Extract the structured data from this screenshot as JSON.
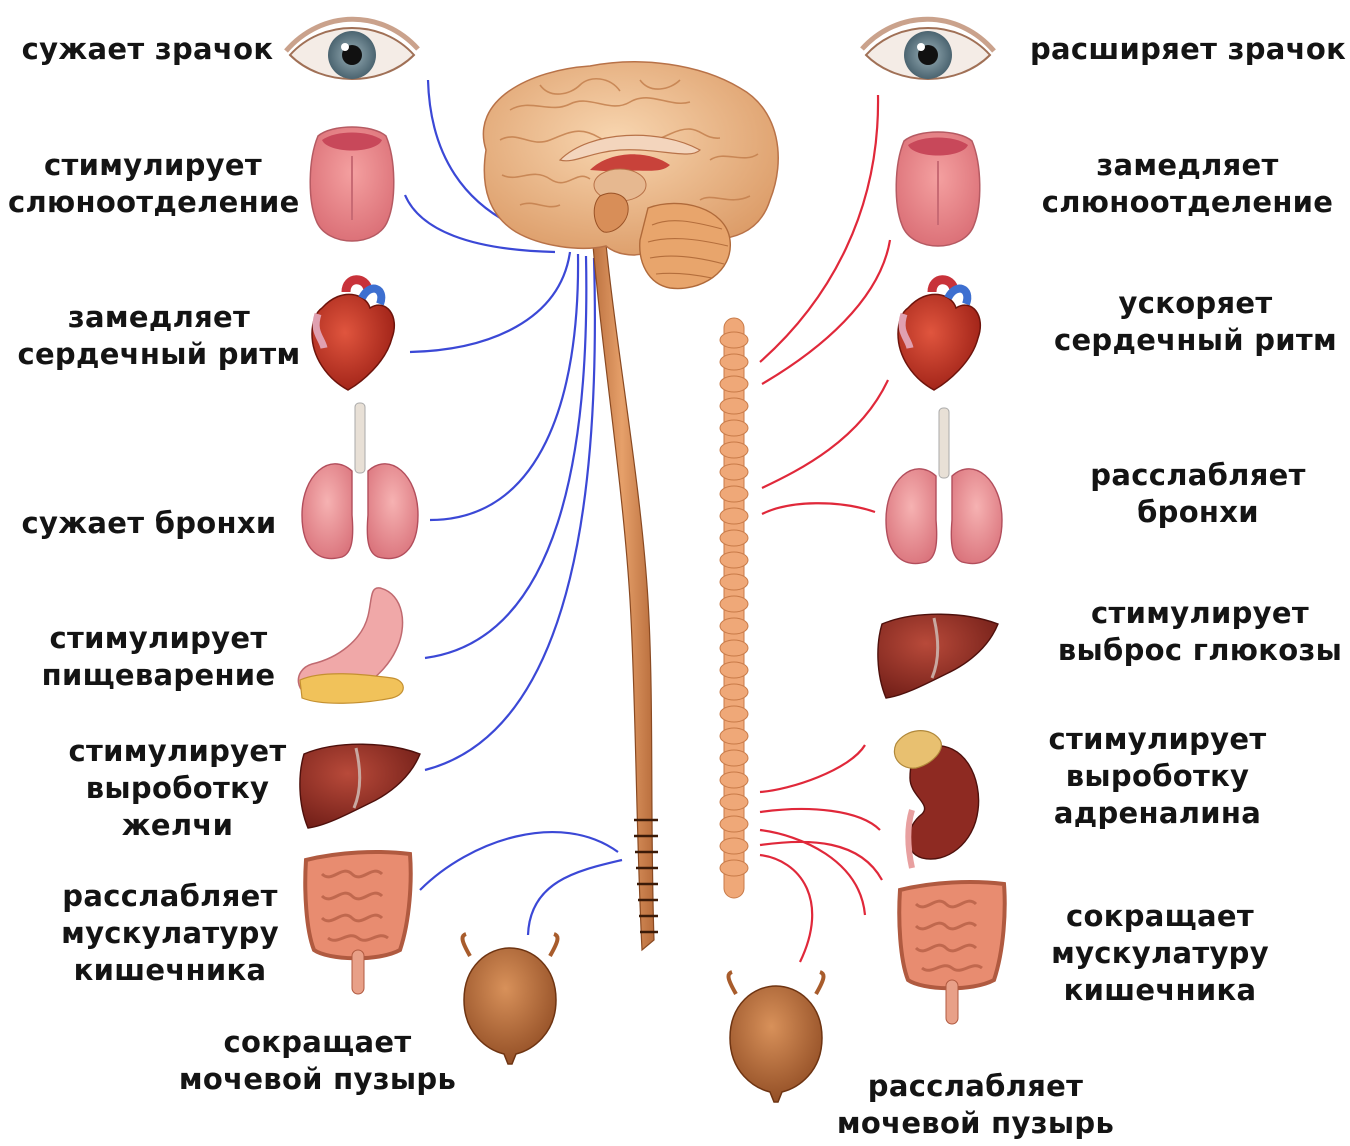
{
  "parasympathetic": [
    {
      "id": "pupil",
      "organ": "eye",
      "lines": [
        "сужает  зрачок"
      ]
    },
    {
      "id": "saliva",
      "organ": "tongue",
      "lines": [
        "стимулирует",
        "слюноотделение"
      ]
    },
    {
      "id": "heart",
      "organ": "heart",
      "lines": [
        "замедляет",
        "сердечный ритм"
      ]
    },
    {
      "id": "bronchi",
      "organ": "lungs",
      "lines": [
        "сужает  бронхи"
      ]
    },
    {
      "id": "digestion",
      "organ": "stomach",
      "lines": [
        "стимулирует",
        "пищеварение"
      ]
    },
    {
      "id": "bile",
      "organ": "liver",
      "lines": [
        "стимулирует",
        "выроботку",
        "желчи"
      ]
    },
    {
      "id": "intestine",
      "organ": "intestine",
      "lines": [
        "расслабляет",
        "мускулатуру",
        "кишечника"
      ]
    },
    {
      "id": "bladder",
      "organ": "bladder",
      "lines": [
        "сокращает",
        "мочевой пузырь"
      ]
    }
  ],
  "sympathetic": [
    {
      "id": "pupil",
      "organ": "eye",
      "lines": [
        "расширяет зрачок"
      ]
    },
    {
      "id": "saliva",
      "organ": "tongue",
      "lines": [
        "замедляет",
        "слюноотделение"
      ]
    },
    {
      "id": "heart",
      "organ": "heart",
      "lines": [
        "ускоряет",
        "сердечный ритм"
      ]
    },
    {
      "id": "bronchi",
      "organ": "lungs",
      "lines": [
        "расслабляет",
        "бронхи"
      ]
    },
    {
      "id": "glucose",
      "organ": "liver",
      "lines": [
        "стимулирует",
        "выброс глюкозы"
      ]
    },
    {
      "id": "adrenaline",
      "organ": "kidney",
      "lines": [
        "стимулирует",
        "выроботку",
        "адреналина"
      ]
    },
    {
      "id": "intestine",
      "organ": "intestine",
      "lines": [
        "сокращает",
        "мускулатуру",
        "кишечника"
      ]
    },
    {
      "id": "bladder",
      "organ": "bladder",
      "lines": [
        "расслабляет",
        "мочевой пузырь"
      ]
    }
  ],
  "colors": {
    "parasympathetic_nerve": "#3b48d6",
    "sympathetic_nerve": "#e0283a",
    "brain": "#efb98a",
    "spinal_cord": "#cf8450",
    "sympathetic_chain": "#efa878"
  }
}
